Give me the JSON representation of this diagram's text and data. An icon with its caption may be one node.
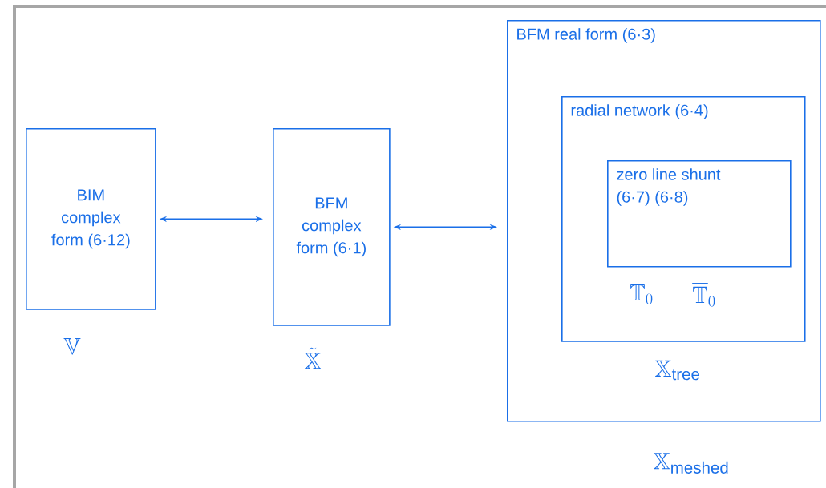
{
  "diagram": {
    "nodes": [
      {
        "text": [
          "BIM complex form (6·12)"
        ]
      },
      {
        "text": [
          "BFM complex form (6·1)"
        ]
      },
      {
        "text": [
          "BFM real form (6·3)"
        ]
      },
      {
        "text": [
          "radial network (6·4)"
        ],
        "in": 2
      },
      {
        "text": [
          "zero line shunt (6·7) (6·8)"
        ],
        "in": 3
      }
    ],
    "edges": [
      {
        "from": 0,
        "to": 1,
        "arrow": "both"
      },
      {
        "from": 1,
        "to": 2,
        "arrow": "both"
      }
    ],
    "labels": [
      "\\mathbb{V}",
      "\\tilde{\\mathbb{X}}",
      "\\mathbb{T}_0",
      "\\overline{\\mathbb{T}}_0",
      "\\mathbb{X}_{\\mathrm{tree}}",
      "\\mathbb{X}_{\\mathrm{meshed}}"
    ]
  }
}
